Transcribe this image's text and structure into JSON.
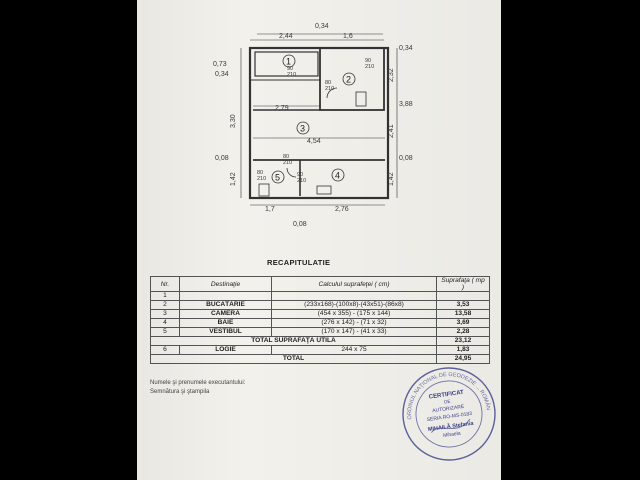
{
  "plan": {
    "dims": {
      "top_mid": "0,34",
      "top_left": "2,44",
      "top_right": "1,6",
      "right_top": "0,34",
      "left_a": "0,73",
      "left_b": "0,34",
      "right_total_a": "2,32",
      "right_mid": "3,88",
      "left_total": "3,30",
      "inner_279": "2,79",
      "inner_454": "4,54",
      "right_241": "2,41",
      "left_008": "0,08",
      "right_008": "0,08",
      "left_142": "1,42",
      "right_142": "1,42",
      "bottom_left": "1,7",
      "bottom_right": "2,76",
      "bottom_below": "0,08"
    },
    "rooms": [
      "1",
      "2",
      "3",
      "4",
      "5"
    ],
    "doors": {
      "d1": "90\n210",
      "d2": "80\n210",
      "d3": "90\n210",
      "d4": "80\n210",
      "d5": "80\n210",
      "d6": "90\n210"
    }
  },
  "recap": {
    "title": "RECAPITULATIE",
    "headers": {
      "nr": "Nr.",
      "destinatie": "Destinaţie",
      "calcul": "Calculul suprafeţei ( cm)",
      "suprafata": "Suprafaţa ( mp )"
    },
    "rows": [
      {
        "nr": "1",
        "dest": "",
        "calc": "",
        "sup": ""
      },
      {
        "nr": "2",
        "dest": "BUCĂTĂRIE",
        "calc": "(233x168)-(100x8)-(43x51)-(86x8)",
        "sup": "3,53"
      },
      {
        "nr": "3",
        "dest": "CAMERĂ",
        "calc": "(454 x 355) - (175 x 144)",
        "sup": "13,58"
      },
      {
        "nr": "4",
        "dest": "BAIE",
        "calc": "(276 x 142) - (71 x 32)",
        "sup": "3,69"
      },
      {
        "nr": "5",
        "dest": "VESTIBUL",
        "calc": "(170 x 147) - (41 x 33)",
        "sup": "2,28"
      }
    ],
    "total_utila_label": "TOTAL SUPRAFAŢĂ UTILĂ",
    "total_utila_value": "23,12",
    "logie": {
      "nr": "6",
      "dest": "LOGIE",
      "calc": "244 x 75",
      "sup": "1,83"
    },
    "total_label": "TOTAL",
    "total_value": "24,95"
  },
  "notes": {
    "line1": "Numele şi prenumele executantului:",
    "line2": "Semnătura şi ştampila"
  },
  "stamp": {
    "ring_text": "ORDINUL NAŢIONAL DE GEODEZIE ... ROMÂNIA",
    "l1": "CERTIFICAT",
    "l2": "DE",
    "l3": "AUTORIZARE",
    "l4": "SERIA RO-MS-0183",
    "l5": "MIHAILĂ Stefania",
    "l6": "Mihaela"
  }
}
